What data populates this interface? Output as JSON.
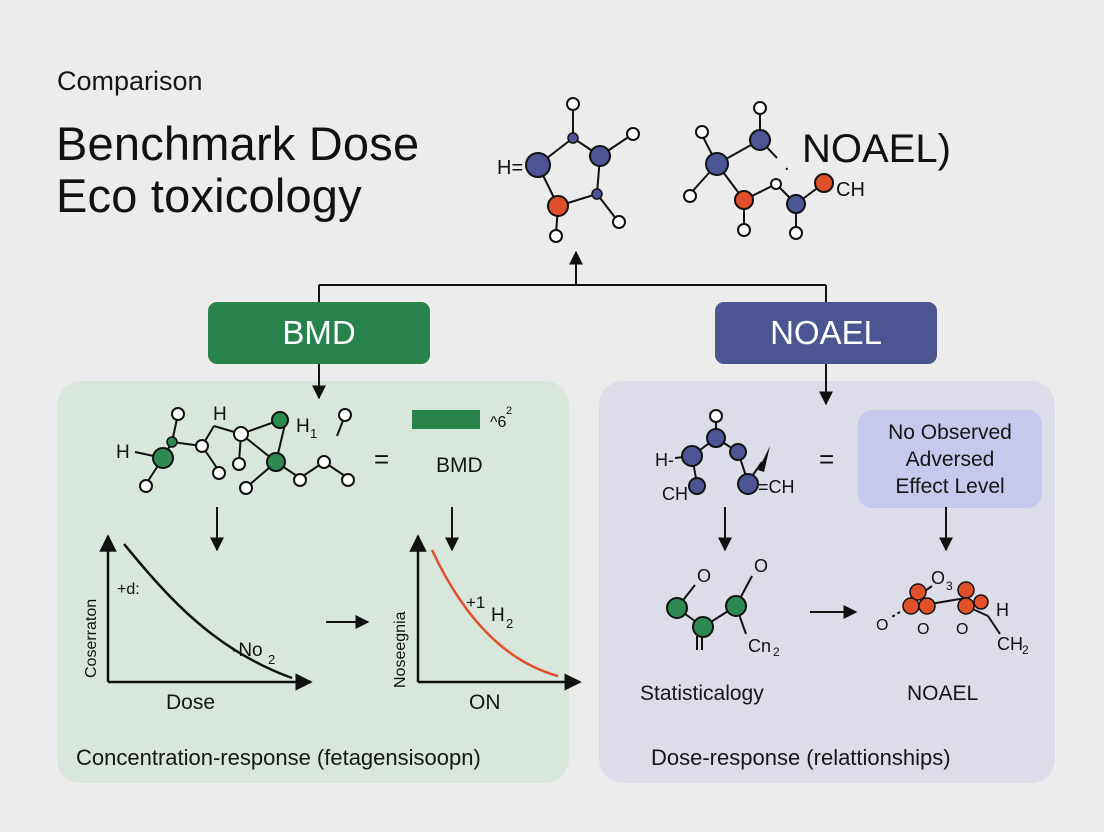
{
  "header": {
    "kicker": "Comparison",
    "title_line1": "Benchmark Dose",
    "title_line2": "Eco toxicology",
    "right_label": "NOAEL)",
    "mol_left_label": "H=",
    "mol_right_label": "CH",
    "mol_right_dot": "."
  },
  "bmd": {
    "pill": "BMD",
    "color": "#27824c",
    "panel_color": "#d9e6dc",
    "mol_labels": {
      "h1": "H",
      "h2": "H",
      "h3": "H",
      "sub": "1"
    },
    "equals": "=",
    "bar_sup": "^6",
    "bar_sup2": "2",
    "bar_label": "BMD",
    "chart1": {
      "ylabel": "Coserraton",
      "xlabel": "Dose",
      "ann_left": "+d:",
      "ann_right": "-No",
      "ann_right_sub": "2"
    },
    "chart2": {
      "ylabel": "Noseegnia",
      "xlabel": "ON",
      "ann": "+1",
      "ann_h": "H",
      "ann_h_sub": "2"
    },
    "caption": "Concentration-response (fetagensisoopn)"
  },
  "noael": {
    "pill": "NOAEL",
    "color": "#4b5592",
    "panel_color": "#dcdde9",
    "mol_labels": {
      "h": "H-",
      "ch": "CH",
      "ch2": "=CH"
    },
    "equals": "=",
    "definition": [
      "No Observed",
      "Adversed",
      "Effect Level"
    ],
    "stat_mol": {
      "o1": "O",
      "o2": "O",
      "cn": "Cn",
      "cn_sub": "2",
      "eq": "="
    },
    "stat_label": "Statisticalogy",
    "noael_mol": {
      "o3": "O",
      "o3_sub": "3",
      "o_left": "O",
      "o_b1": "O",
      "o_b2": "O",
      "h": "H",
      "ch": "CH",
      "ch_sub": "2"
    },
    "noael_label": "NOAEL",
    "caption": "Dose-response (relattionships)"
  },
  "colors": {
    "blue_atom": "#4d5596",
    "green_atom": "#2c8a50",
    "red_atom": "#e0502a",
    "curve_red": "#e0502a"
  }
}
